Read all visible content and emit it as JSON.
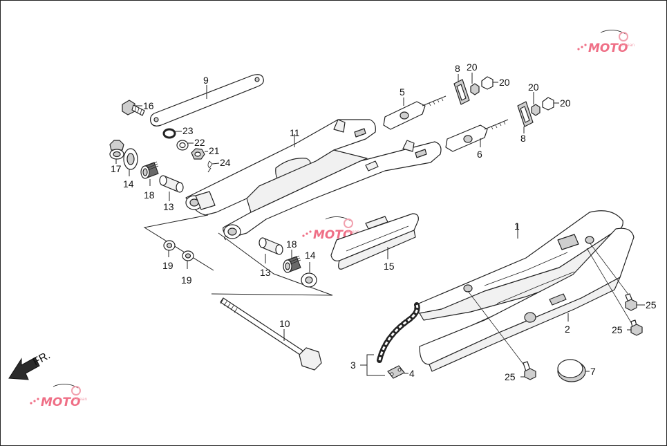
{
  "diagram": {
    "callouts": {
      "c1": "1",
      "c2": "2",
      "c3": "3",
      "c4": "4",
      "c5": "5",
      "c6": "6",
      "c7": "7",
      "c8a": "8",
      "c8b": "8",
      "c9": "9",
      "c10": "10",
      "c11": "11",
      "c13a": "13",
      "c13b": "13",
      "c14a": "14",
      "c14b": "14",
      "c15": "15",
      "c16": "16",
      "c17": "17",
      "c18a": "18",
      "c18b": "18",
      "c19a": "19",
      "c19b": "19",
      "c20a": "20",
      "c20b": "20",
      "c20c": "20",
      "c20d": "20",
      "c21": "21",
      "c22": "22",
      "c23": "23",
      "c24": "24",
      "c25a": "25",
      "c25b": "25",
      "c25c": "25"
    },
    "direction_label": "FR.",
    "watermark": {
      "text": "MOTO",
      "small_text": "Ocean"
    },
    "colors": {
      "line": "#222222",
      "watermark": "#ef6f86"
    }
  }
}
